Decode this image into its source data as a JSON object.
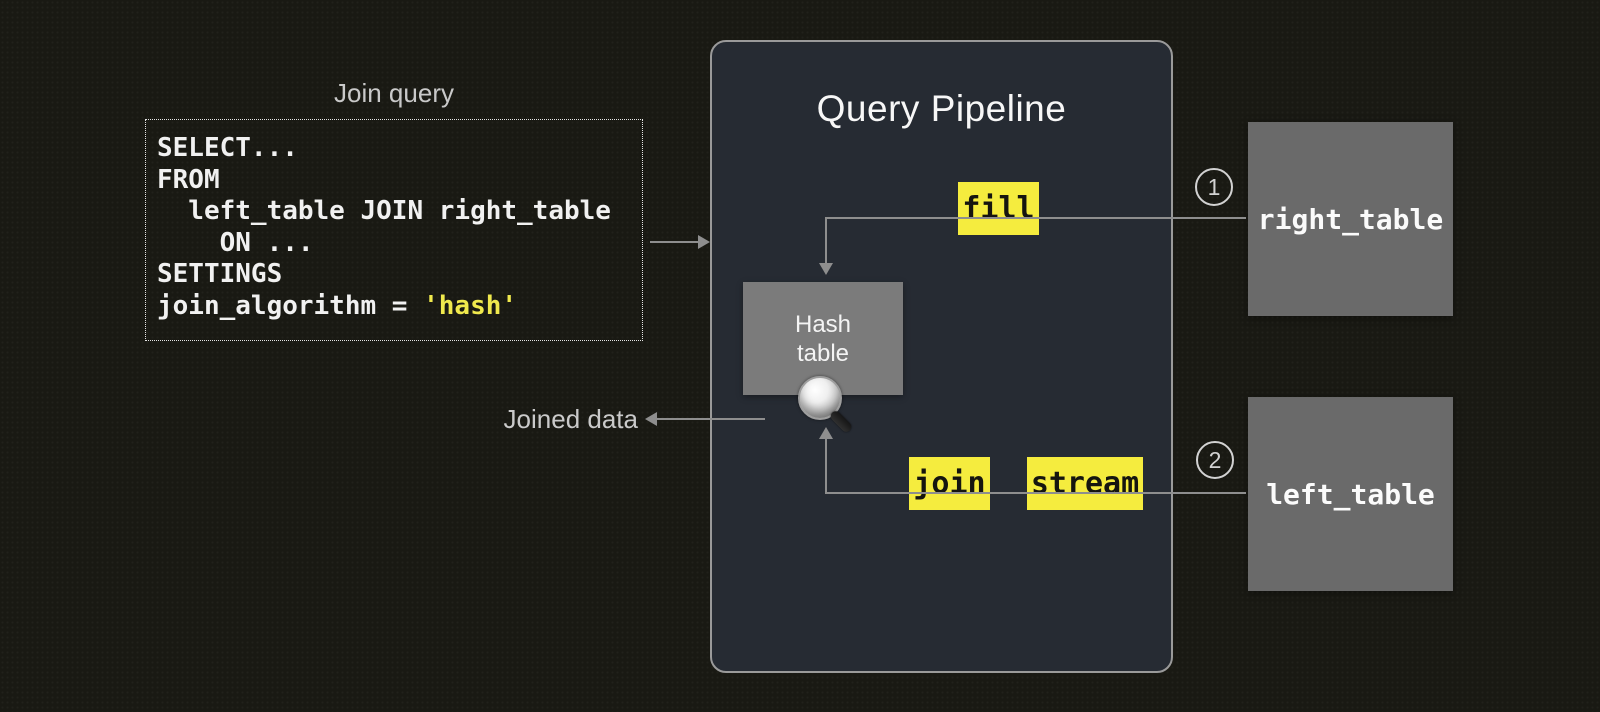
{
  "colors": {
    "background": "#191913",
    "panel_background": "#262b33",
    "panel_border": "#9a9a9a",
    "accent_yellow": "#f5ec3e",
    "source_box_gray": "#6a6a6a",
    "hash_box_gray": "#7b7b7b",
    "connector_gray": "#8e8e8e",
    "code_highlight_yellow": "#f0e94d"
  },
  "join_query": {
    "heading": "Join query",
    "code": {
      "lines": [
        "SELECT...",
        "FROM",
        "  left_table JOIN right_table",
        "    ON ...",
        "SETTINGS"
      ],
      "settings_prefix": "join_algorithm = ",
      "settings_value": "'hash'"
    }
  },
  "pipeline": {
    "title": "Query Pipeline",
    "hash_table": {
      "line1": "Hash",
      "line2": "table"
    },
    "stage_labels": {
      "fill": "fill",
      "join": "join",
      "stream": "stream"
    }
  },
  "output": {
    "label": "Joined data"
  },
  "sources": [
    {
      "step": "1",
      "name": "right_table"
    },
    {
      "step": "2",
      "name": "left_table"
    }
  ]
}
